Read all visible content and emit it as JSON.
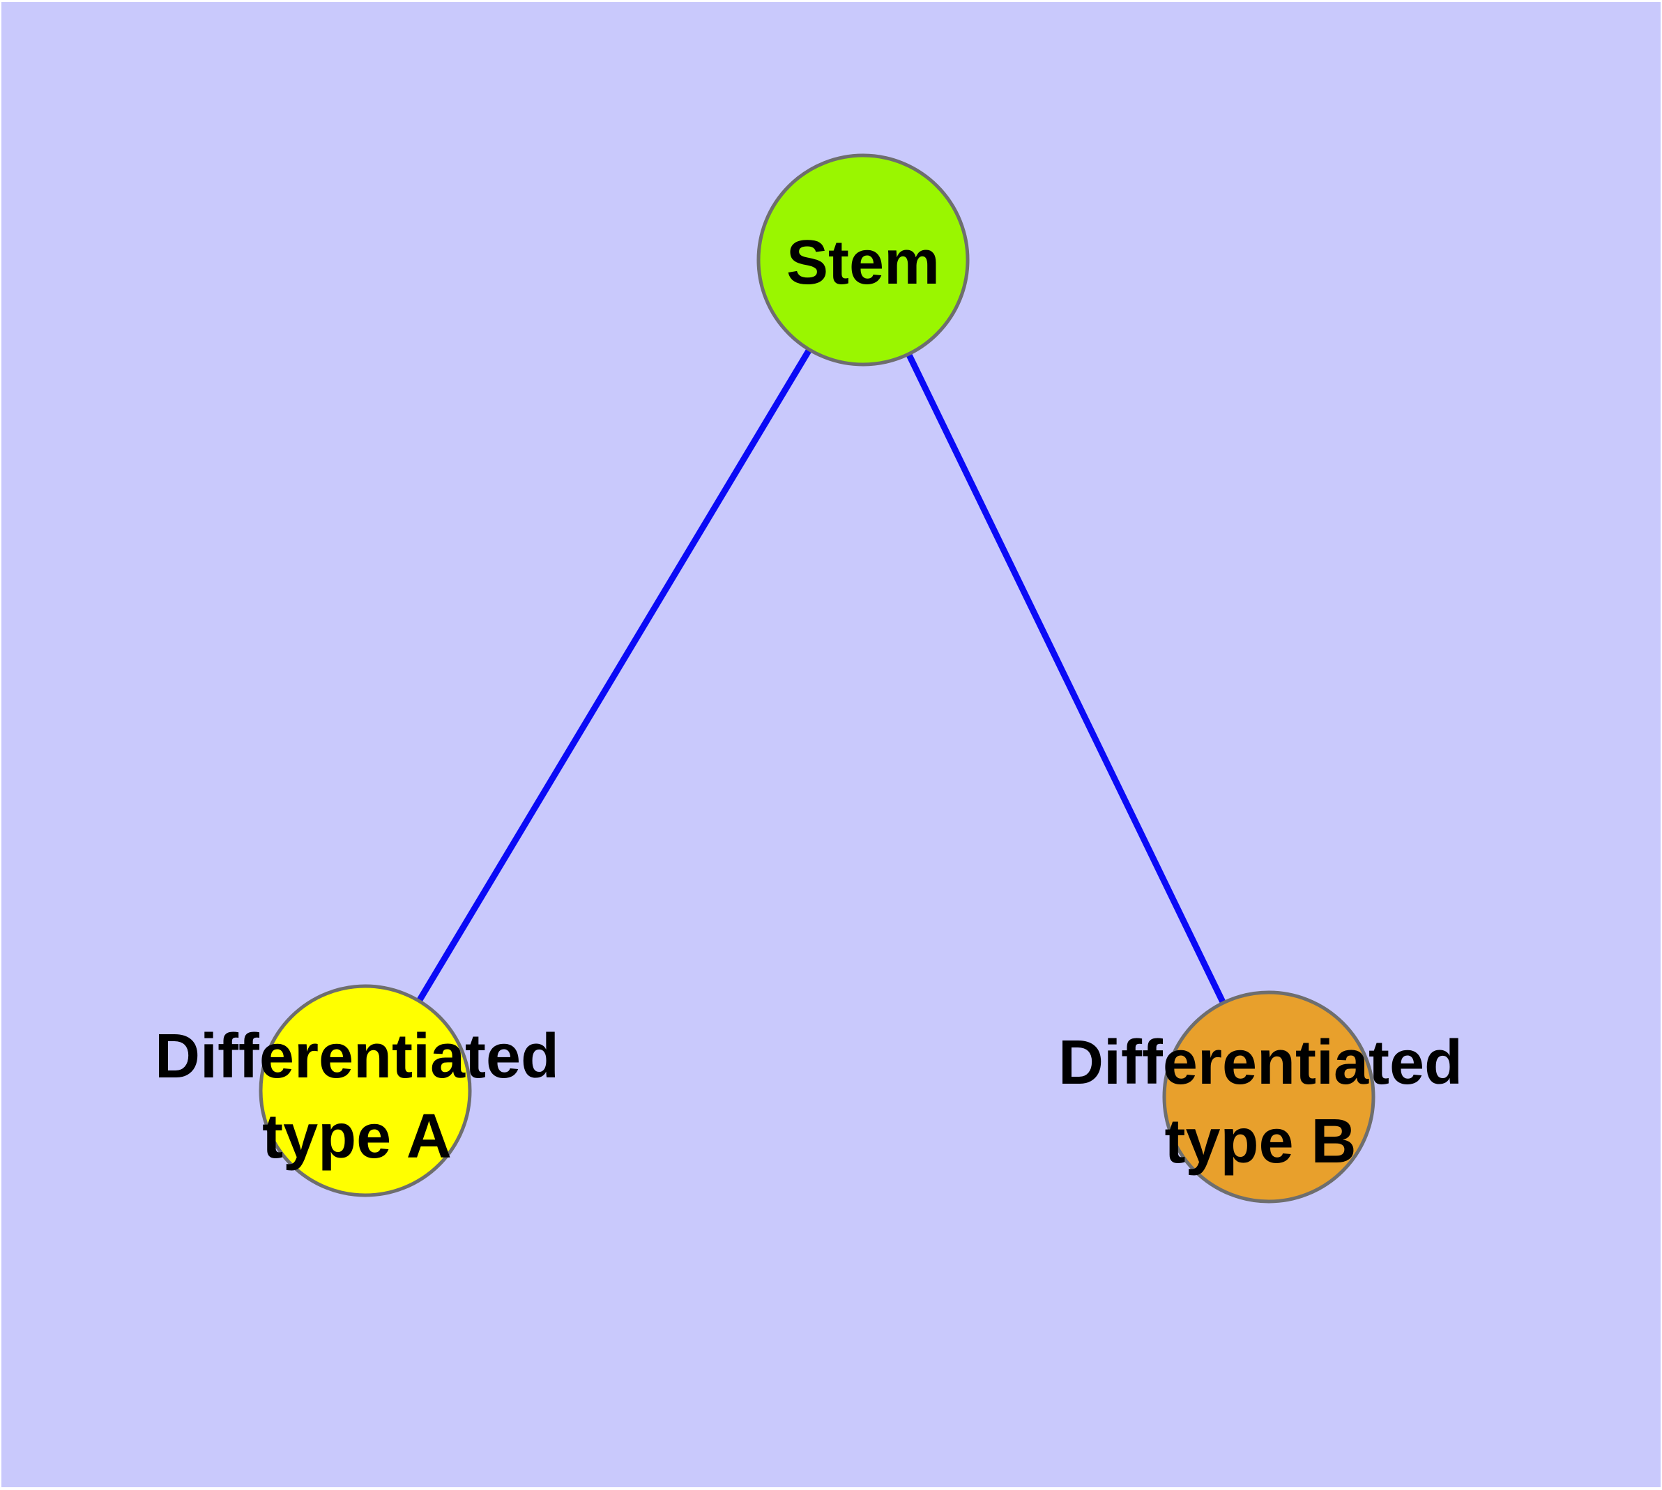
{
  "diagram": {
    "type": "node-link-graph",
    "background_color": "#c9c9fc",
    "frame_color": "#ffffff",
    "edge_color": "#0a0af6",
    "node_border_color": "#6e6e6e",
    "label_color": "#000000",
    "nodes": [
      {
        "id": "stem",
        "label": "Stem",
        "label_line1": "Stem",
        "label_line2": "",
        "fill": "#9af600"
      },
      {
        "id": "type-a",
        "label": "Differentiated type A",
        "label_line1": "Differentiated",
        "label_line2": "type A",
        "fill": "#ffff00"
      },
      {
        "id": "type-b",
        "label": "Differentiated type B",
        "label_line1": "Differentiated",
        "label_line2": "type B",
        "fill": "#e8a02c"
      }
    ],
    "edges": [
      {
        "from": "Stem",
        "to": "Differentiated type A"
      },
      {
        "from": "Stem",
        "to": "Differentiated type B"
      }
    ]
  }
}
